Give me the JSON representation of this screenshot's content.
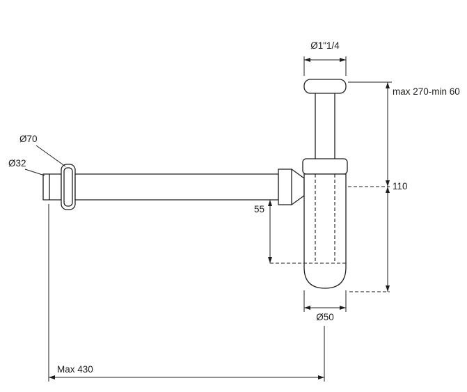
{
  "drawing": {
    "subject": "bottle-trap-siphon-technical-drawing",
    "line_color": "#1d1d1b",
    "background_color": "#ffffff",
    "labels": {
      "top_connection_diameter": "Ø1\"1/4",
      "adjustable_height": "max 270-min 60",
      "wall_flange_diameter": "Ø70",
      "inlet_pipe_diameter": "Ø32",
      "inlet_drop": "55",
      "body_height": "110",
      "body_diameter": "Ø50",
      "max_length": "Max 430"
    }
  }
}
